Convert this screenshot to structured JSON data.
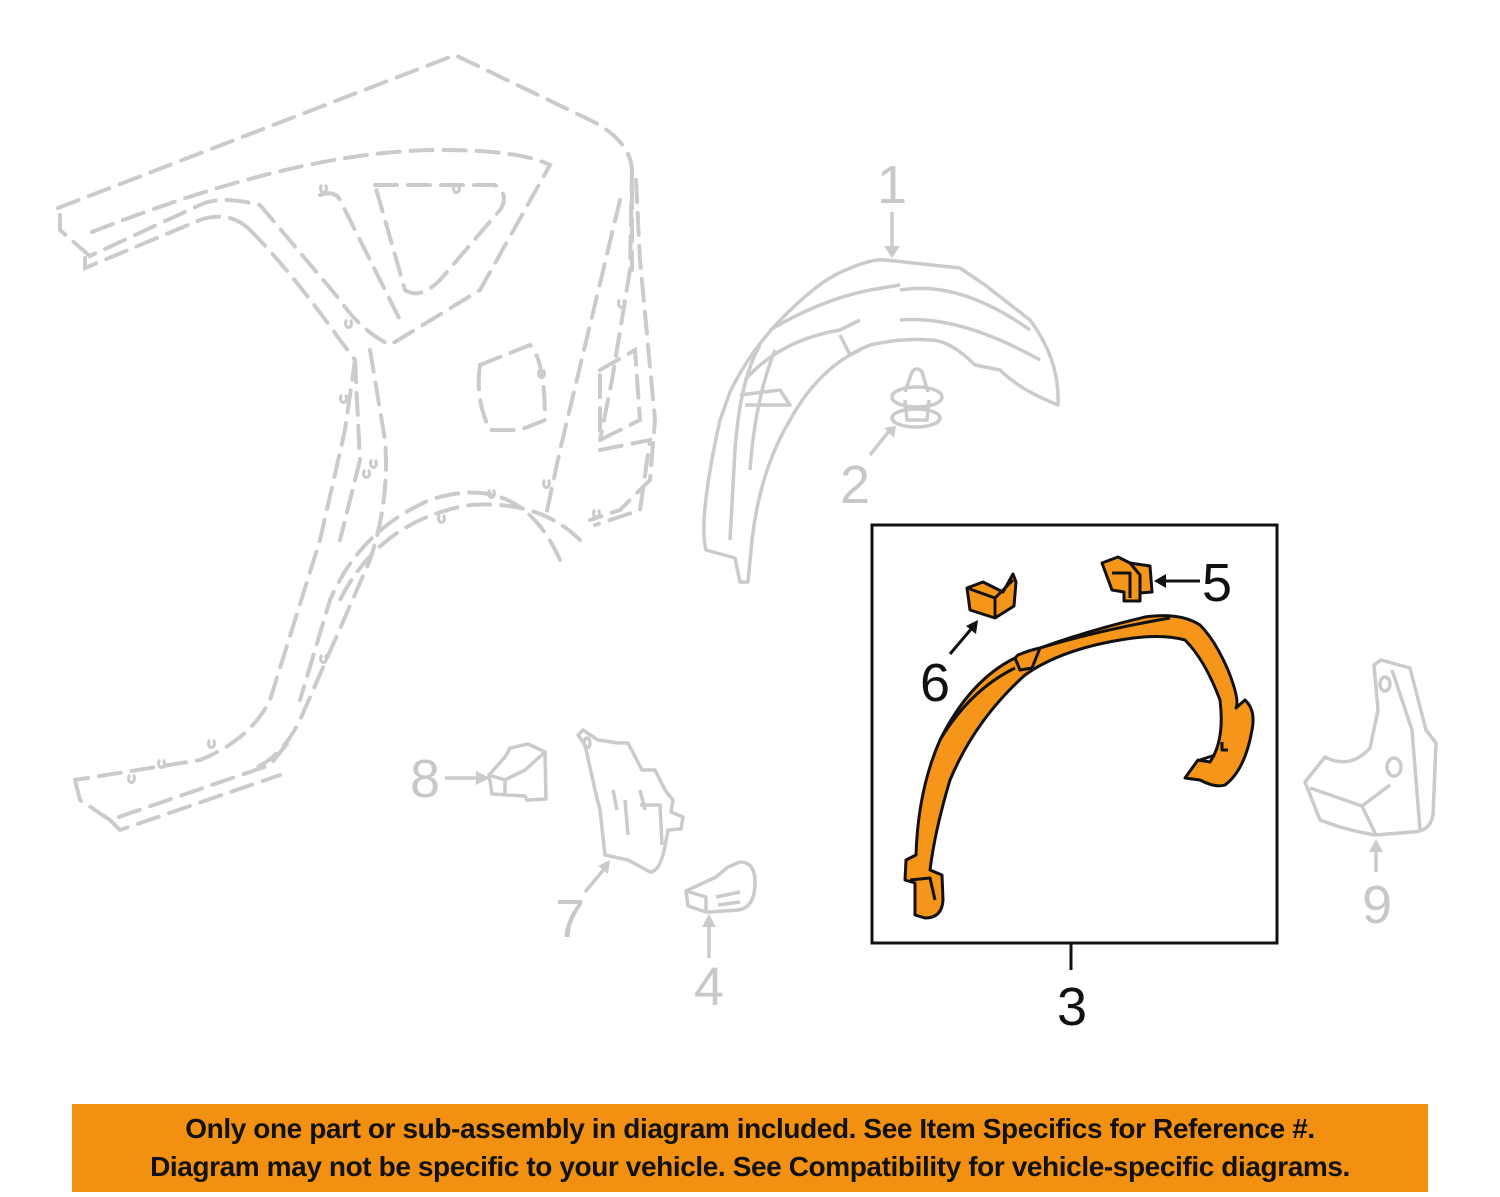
{
  "diagram": {
    "title": "Rear wheel opening / fender liner exploded parts diagram",
    "highlight_color": "#f5961a",
    "ghost_color": "#c8c8c8",
    "outline_color": "#111111",
    "callouts": [
      {
        "id": "1",
        "label": "1",
        "part": "fender liner",
        "highlighted": false
      },
      {
        "id": "2",
        "label": "2",
        "part": "push clip",
        "highlighted": false
      },
      {
        "id": "3",
        "label": "3",
        "part": "wheel opening molding",
        "highlighted": true
      },
      {
        "id": "4",
        "label": "4",
        "part": "retainer clip",
        "highlighted": false
      },
      {
        "id": "5",
        "label": "5",
        "part": "molding clip",
        "highlighted": true
      },
      {
        "id": "6",
        "label": "6",
        "part": "molding clip",
        "highlighted": true
      },
      {
        "id": "7",
        "label": "7",
        "part": "mud guard bracket",
        "highlighted": false
      },
      {
        "id": "8",
        "label": "8",
        "part": "bracket clip",
        "highlighted": false
      },
      {
        "id": "9",
        "label": "9",
        "part": "mud guard",
        "highlighted": false
      }
    ]
  },
  "banner": {
    "background": "#f29111",
    "line1": "Only one part or sub-assembly in diagram included. See Item Specifics for Reference #.",
    "line2": "Diagram may not be specific to your vehicle. See Compatibility for vehicle-specific diagrams."
  }
}
